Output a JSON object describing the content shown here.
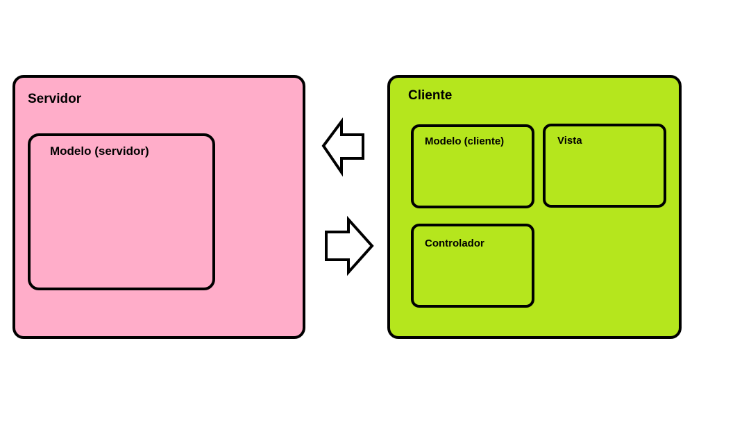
{
  "colors": {
    "servidor_fill": "#ffadc9",
    "cliente_fill": "#b5e61d",
    "border": "#000000",
    "arrow_fill": "#ffffff"
  },
  "servidor": {
    "title": "Servidor",
    "modelo": {
      "label": "Modelo (servidor)"
    }
  },
  "cliente": {
    "title": "Cliente",
    "modelo": {
      "label": "Modelo (cliente)"
    },
    "vista": {
      "label": "Vista"
    },
    "controlador": {
      "label": "Controlador"
    }
  },
  "arrows": {
    "to_servidor_icon": "hollow-left-arrow-icon",
    "to_cliente_icon": "hollow-right-arrow-icon"
  }
}
